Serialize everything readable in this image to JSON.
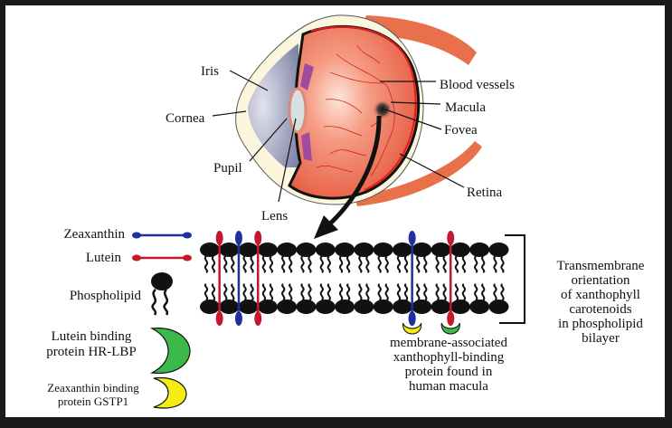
{
  "eye": {
    "labels": {
      "iris": "Iris",
      "cornea": "Cornea",
      "pupil": "Pupil",
      "lens": "Lens",
      "blood_vessels": "Blood vessels",
      "macula": "Macula",
      "fovea": "Fovea",
      "retina": "Retina"
    }
  },
  "legend": {
    "items": [
      {
        "label": "Zeaxanthin",
        "icon": "blue-rod-icon",
        "color": "#1f2f9e"
      },
      {
        "label": "Lutein",
        "icon": "red-rod-icon",
        "color": "#c4182e"
      },
      {
        "label": "Phospholipid",
        "icon": "phospholipid-icon",
        "color": "#111111"
      },
      {
        "label_line1": "Lutein binding",
        "label_line2": "protein HR-LBP",
        "icon": "green-crescent-icon",
        "color": "#3cb94a"
      },
      {
        "label_line1": "Zeaxanthin binding",
        "label_line2": "protein GSTP1",
        "icon": "yellow-crescent-icon",
        "color": "#f6eb14"
      }
    ]
  },
  "bilayer": {
    "phospholipid_count": 16,
    "carotenoids": [
      {
        "type": "lutein",
        "position_index": 1
      },
      {
        "type": "zeaxanthin",
        "position_index": 2
      },
      {
        "type": "lutein",
        "position_index": 3
      },
      {
        "type": "zeaxanthin",
        "position_index": 11,
        "binding_protein": "GSTP1"
      },
      {
        "type": "lutein",
        "position_index": 13,
        "binding_protein": "HR-LBP"
      }
    ]
  },
  "annotations": {
    "bracket_lines": [
      "Transmembrane",
      "orientation",
      "of xanthophyll",
      "carotenoids",
      "in phospholipid",
      "bilayer"
    ],
    "protein_lines": [
      "membrane-associated",
      "xanthophyll-binding",
      "protein found in",
      "human macula"
    ]
  },
  "colors": {
    "retina": "#f08a74",
    "sclera": "#fbf6dd",
    "muscle": "#e8704a",
    "iris": "#9aa0bb",
    "lutein": "#c4182e",
    "zeaxanthin": "#1f2f9e",
    "hr_lbp": "#3cb94a",
    "gstp1": "#f6eb14"
  }
}
